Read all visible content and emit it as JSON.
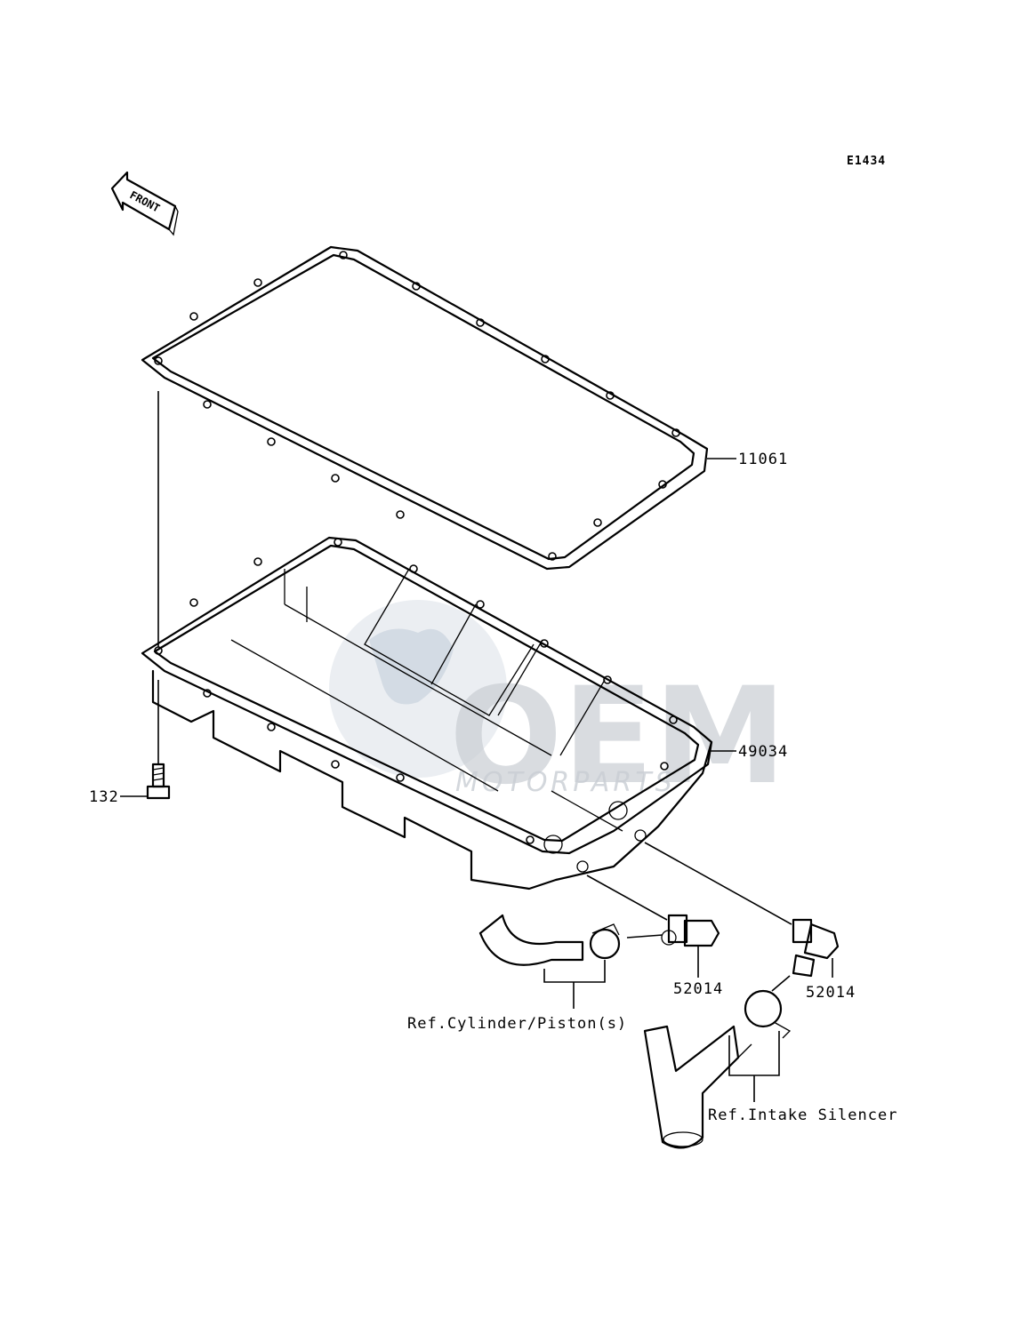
{
  "diagram_code": "E1434",
  "front_marker": "FRONT",
  "watermark": {
    "main": "OEM",
    "sub": "MOTORPARTS"
  },
  "parts": {
    "gasket": "11061",
    "oil_pan": "49034",
    "bolt": "132",
    "fitting_left": "52014",
    "fitting_right": "52014"
  },
  "references": {
    "cylinder_piston": "Ref.Cylinder/Piston(s)",
    "intake_silencer": "Ref.Intake Silencer"
  }
}
